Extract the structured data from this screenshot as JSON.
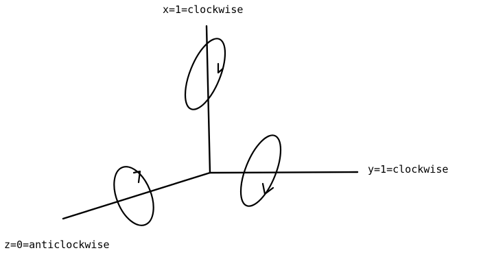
{
  "axes": {
    "x": {
      "label": "x=1=clockwise",
      "direction": "clockwise"
    },
    "y": {
      "label": "y=1=clockwise",
      "direction": "clockwise"
    },
    "z": {
      "label": "z=0=anticlockwise",
      "direction": "anticlockwise"
    }
  },
  "colors": {
    "stroke": "#000000",
    "background": "#ffffff"
  }
}
